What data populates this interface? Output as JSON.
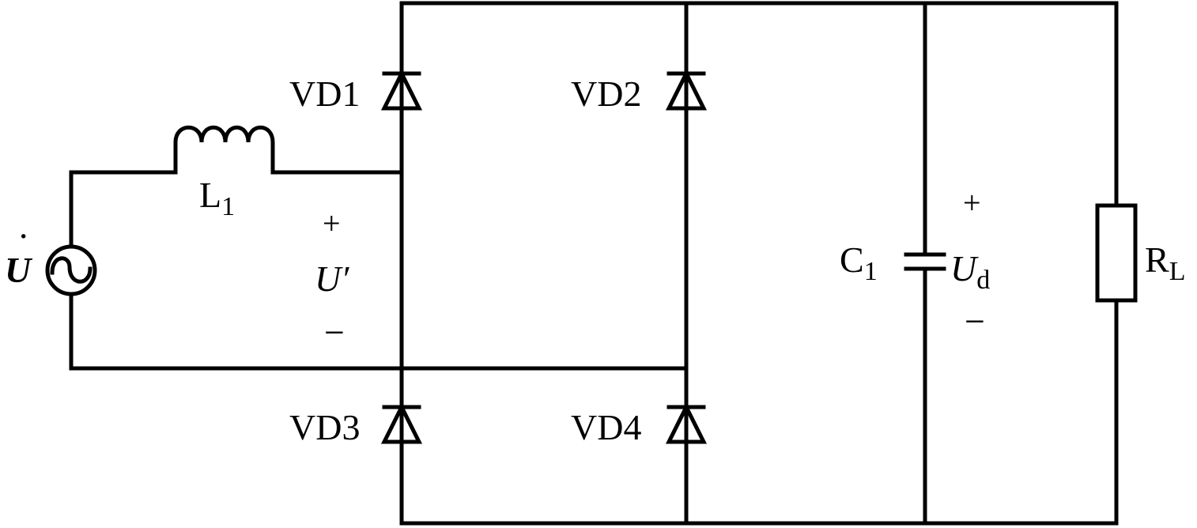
{
  "diagram": {
    "title": "Single-phase diode bridge rectifier with capacitor filter",
    "source": {
      "label": "U",
      "dot": "·"
    },
    "inductor": {
      "label": "L",
      "sub": "1"
    },
    "input_voltage": {
      "plus": "+",
      "label": "U′",
      "minus": "−"
    },
    "diodes": [
      {
        "label": "VD1"
      },
      {
        "label": "VD2"
      },
      {
        "label": "VD3"
      },
      {
        "label": "VD4"
      }
    ],
    "capacitor": {
      "label": "C",
      "sub": "1"
    },
    "output_voltage": {
      "plus": "+",
      "label": "U",
      "sub": "d",
      "minus": "−"
    },
    "load": {
      "label": "R",
      "sub": "L"
    },
    "colors": {
      "line": "#000000",
      "background": "#ffffff"
    }
  }
}
